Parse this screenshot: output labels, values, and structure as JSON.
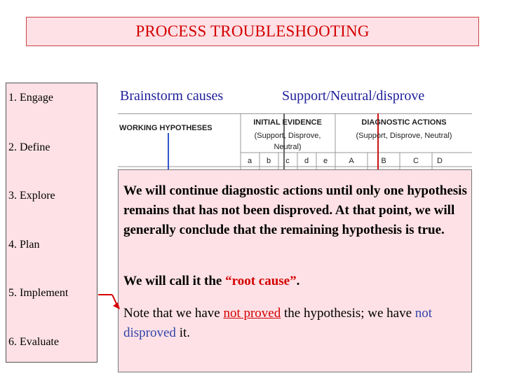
{
  "title": "PROCESS TROUBLESHOOTING",
  "steps": [
    "1. Engage",
    "2. Define",
    "3. Explore",
    "4. Plan",
    "5. Implement",
    "6. Evaluate"
  ],
  "headers": {
    "brainstorm": "Brainstorm causes",
    "support": "Support/Neutral/disprove"
  },
  "table": {
    "working_hypotheses": "WORKING HYPOTHESES",
    "initial_evidence": "INITIAL EVIDENCE",
    "initial_evidence_sub1": "(Support, Disprove,",
    "initial_evidence_sub2": "Neutral)",
    "diagnostic_actions": "DIAGNOSTIC ACTIONS",
    "diagnostic_actions_sub": "(Support, Disprove, Neutral)",
    "evidence_cols": [
      "a",
      "b",
      "c",
      "d",
      "e"
    ],
    "action_cols": [
      "A",
      "B",
      "C",
      "D"
    ]
  },
  "body": {
    "para1": "We will continue diagnostic actions until only one hypothesis remains that has not been disproved.  At that point, we will generally conclude that the remaining hypothesis is true.",
    "para2_prefix": "We will call it the ",
    "para2_highlight": "“root cause”",
    "para2_suffix": ".",
    "para3_a": "Note that we have ",
    "para3_b": "not proved",
    "para3_c": " the hypothesis; we have ",
    "para3_d": "not disproved",
    "para3_e": " it."
  },
  "colors": {
    "accent_red": "#d40000",
    "panel_pink": "#fde1e6",
    "header_blue": "#1f1f99",
    "text_blue": "#3344aa"
  }
}
